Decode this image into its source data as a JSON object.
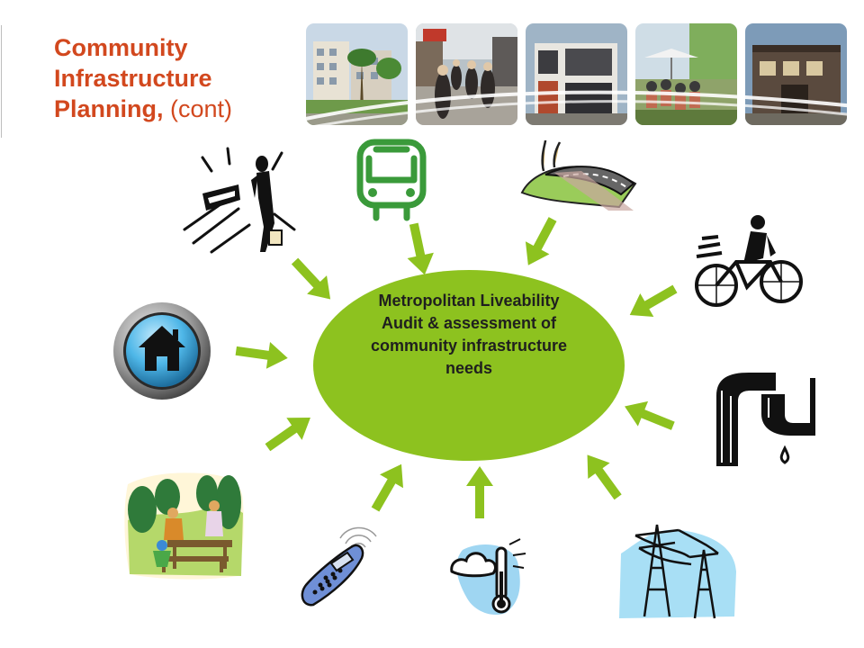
{
  "slide": {
    "title_bold": "Community Infrastructure Planning,",
    "title_suffix": "(cont)",
    "center_text": "Metropolitan Liveability Audit & assessment of community infrastructure needs"
  },
  "colors": {
    "title": "#d2481e",
    "hub_fill": "#8dc21f",
    "arrow": "#8dc21f",
    "bus_green": "#3a9a3a"
  },
  "header_photos": [
    {
      "subject": "apartment-buildings-street-photo"
    },
    {
      "subject": "pedestrian-mall-shoppers-photo"
    },
    {
      "subject": "modern-townhouse-photo"
    },
    {
      "subject": "outdoor-cafe-crowd-photo"
    },
    {
      "subject": "contemporary-housing-photo"
    }
  ],
  "icons": [
    {
      "name": "train-commuter-icon"
    },
    {
      "name": "bus-icon"
    },
    {
      "name": "road-icon"
    },
    {
      "name": "cyclist-icon"
    },
    {
      "name": "water-tap-icon"
    },
    {
      "name": "power-lines-icon"
    },
    {
      "name": "weather-thermometer-icon"
    },
    {
      "name": "mobile-phone-icon"
    },
    {
      "name": "park-picnic-icon"
    },
    {
      "name": "home-button-icon"
    }
  ]
}
